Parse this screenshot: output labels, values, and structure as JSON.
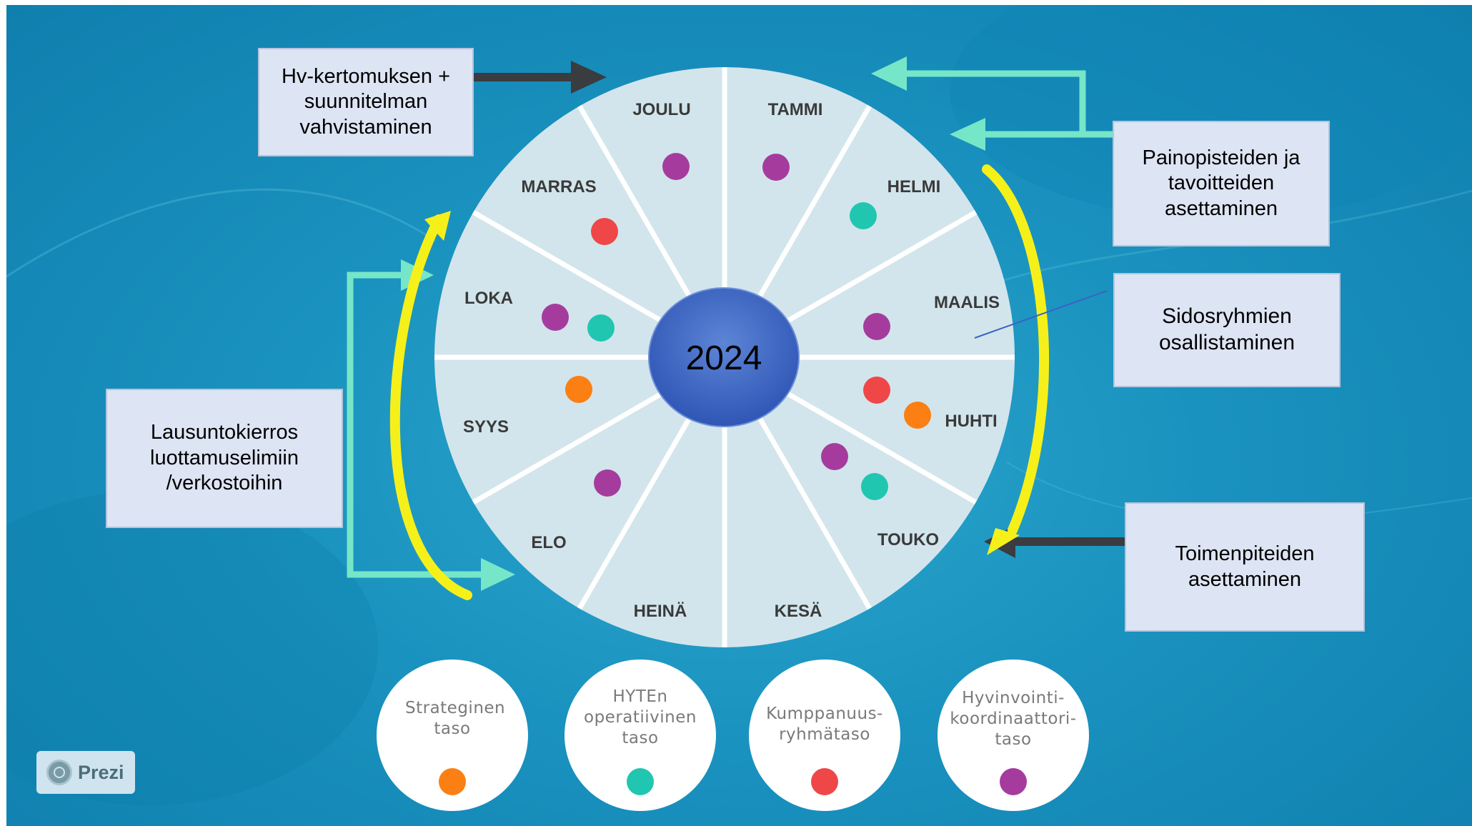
{
  "wheel": {
    "year": "2024",
    "months": [
      "JOULU",
      "TAMMI",
      "HELMI",
      "MAALIS",
      "HUHTI",
      "TOUKO",
      "KESÄ",
      "HEINÄ",
      "ELO",
      "SYYS",
      "LOKA",
      "MARRAS"
    ],
    "colors": {
      "disc": "#d2e5ec",
      "divider": "#ffffff",
      "center": "#3a63c4",
      "center_edge": "#6c8fd8"
    }
  },
  "dot_colors": {
    "strateginen": "#fb7f12",
    "operatiivinen": "#21c6b0",
    "kumppanuus": "#ef4747",
    "koordinaattori": "#a53c9d"
  },
  "callouts": {
    "hv": "Hv-kertomuksen + suunnitelman vahvistaminen",
    "painopisteet": "Painopisteiden ja tavoitteiden asettaminen",
    "sidosryhmat": "Sidosryhmien osallistaminen",
    "lausunto": "Lausuntokierros luottamuselimiin /verkostoihin",
    "toimenpiteet": "Toimenpiteiden asettaminen"
  },
  "levels": [
    {
      "label": "Strateginen taso",
      "color_key": "strateginen"
    },
    {
      "label": "HYTEn operatiivinen taso",
      "color_key": "operatiivinen"
    },
    {
      "label": "Kumppanuus-ryhmätaso",
      "color_key": "kumppanuus"
    },
    {
      "label": "Hyvinvointi-koordinaattori-taso",
      "color_key": "koordinaattori"
    }
  ],
  "badge": {
    "label": "Prezi",
    "icon": "prezi-logo-icon"
  },
  "arrow_colors": {
    "teal": "#76e6c8",
    "dark": "#3a3c40",
    "yellow": "#f6f01a"
  }
}
